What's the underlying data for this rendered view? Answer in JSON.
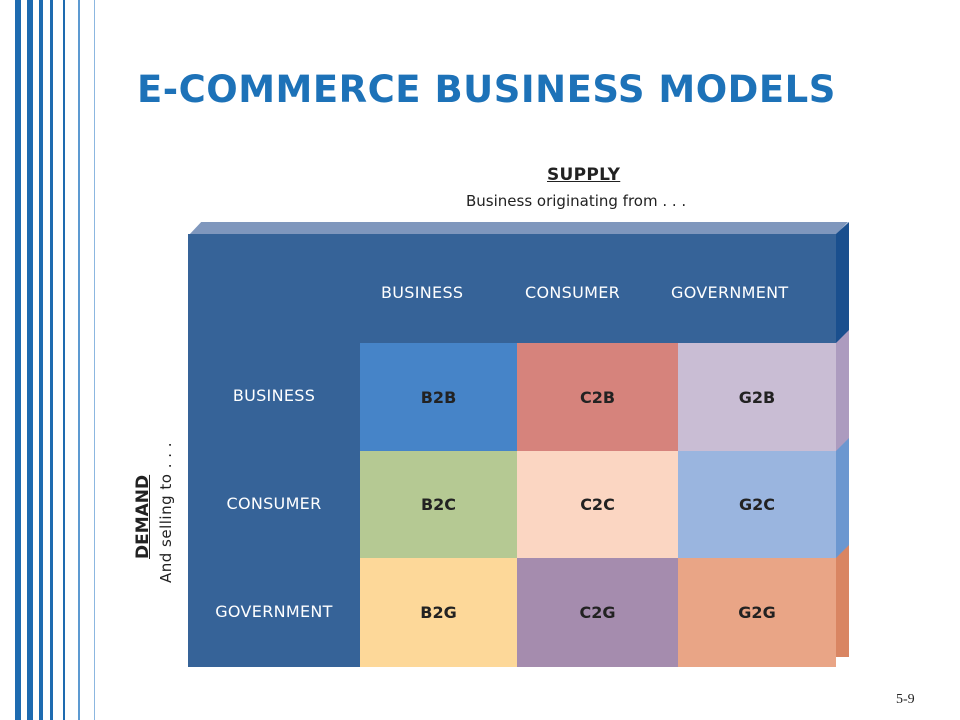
{
  "title": "E-COMMERCE BUSINESS MODELS",
  "supply": {
    "title": "SUPPLY",
    "subtitle": "Business originating from . . ."
  },
  "demand": {
    "title": "DEMAND",
    "subtitle": "And selling to . . ."
  },
  "columns": [
    "BUSINESS",
    "CONSUMER",
    "GOVERNMENT"
  ],
  "rows": [
    "BUSINESS",
    "CONSUMER",
    "GOVERNMENT"
  ],
  "cells": [
    [
      "B2B",
      "C2B",
      "G2B"
    ],
    [
      "B2C",
      "C2C",
      "G2C"
    ],
    [
      "B2G",
      "C2G",
      "G2G"
    ]
  ],
  "cell_colors": [
    [
      "#4684c8",
      "#d6837c",
      "#c9bdd4"
    ],
    [
      "#b5c993",
      "#fbd6c2",
      "#9ab5df"
    ],
    [
      "#fdd899",
      "#a58cae",
      "#e9a586"
    ]
  ],
  "slide_number": "5-9"
}
